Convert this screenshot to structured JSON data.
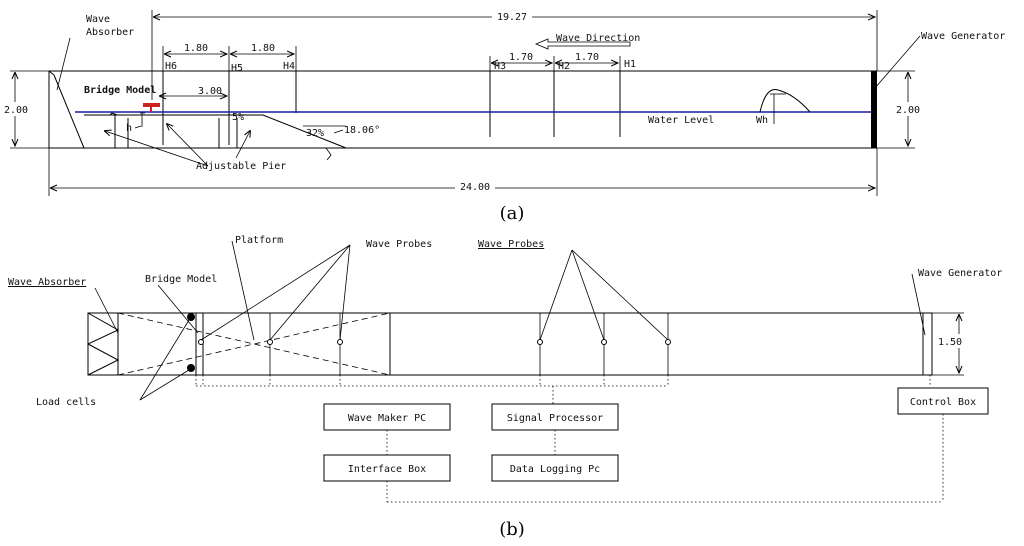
{
  "panel_a": {
    "caption": "(a)",
    "wave_absorber": [
      "Wave",
      "Absorber"
    ],
    "wave_generator": "Wave Generator",
    "total_top": "19.27",
    "total_bottom": "24.00",
    "dim_h6_h5": "1.80",
    "dim_h5_h4": "1.80",
    "dim_h3_h2": "1.70",
    "dim_h2_h1": "1.70",
    "dim_3": "3.00",
    "height_left": "2.00",
    "height_right": "2.00",
    "wave_direction": "Wave Direction",
    "probes": [
      "H6",
      "H5",
      "H4",
      "H3",
      "H2",
      "H1"
    ],
    "bridge_model": "Bridge Model",
    "h_label": "h",
    "slope_5": "5%",
    "slope_32": "32%",
    "angle": "18.06°",
    "adjustable_pier": "Adjustable Pier",
    "water_level": "Water Level",
    "wh": "Wh",
    "water_color": "#1a1aa6",
    "model_color": "#cc2222"
  },
  "panel_b": {
    "caption": "(b)",
    "platform": "Platform",
    "wave_probes_1": "Wave   Probes",
    "wave_probes_2": "Wave Probes",
    "wave_absorber": "Wave Absorber",
    "bridge_model": "Bridge Model",
    "wave_generator": "Wave Generator",
    "width": "1.50",
    "load_cells": "Load cells",
    "wave_maker_pc": "Wave Maker PC",
    "interface_box": "Interface  Box",
    "signal_processor": "Signal Processor",
    "data_logging_pc": "Data Logging Pc",
    "control_box": "Control Box"
  }
}
